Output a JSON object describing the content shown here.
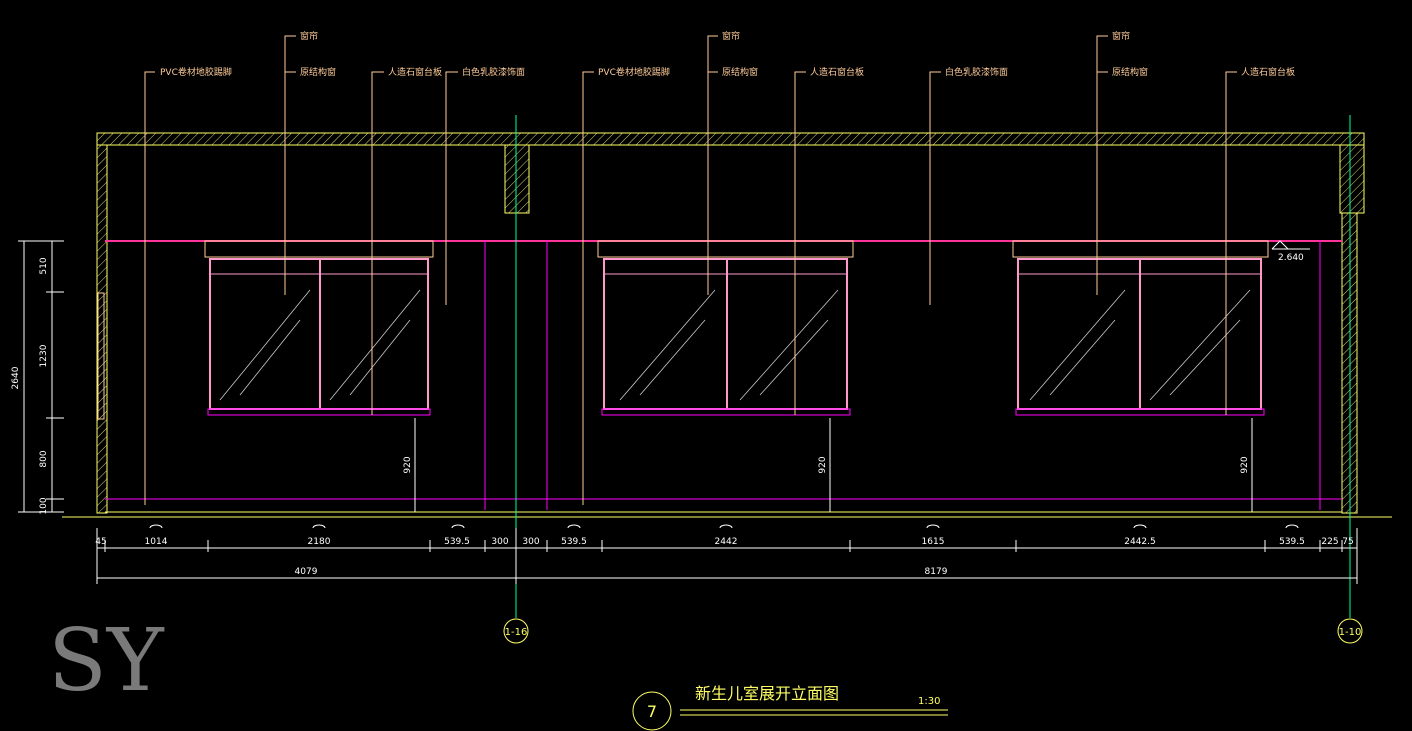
{
  "drawing": {
    "title": "新生儿室展开立面图",
    "scale": "1:30",
    "number": "7",
    "watermark": "SY"
  },
  "callouts": [
    "PVC卷材地胶踢脚",
    "窗帘",
    "原结构窗",
    "人造石窗台板",
    "白色乳胶漆饰面",
    "PVC卷材地胶踢脚",
    "窗帘",
    "原结构窗",
    "人造石窗台板",
    "白色乳胶漆饰面",
    "窗帘",
    "原结构窗",
    "人造石窗台板"
  ],
  "dimensions": {
    "left_total": "2640",
    "left_segments": [
      "510",
      "1230",
      "800",
      "100"
    ],
    "sill_heights": [
      "920",
      "920",
      "920"
    ],
    "ceiling_level": "2.640",
    "bottom_segments": [
      "45",
      "1014",
      "2180",
      "539.5",
      "300",
      "300",
      "539.5",
      "2442",
      "1615",
      "2442.5",
      "539.5",
      "225",
      "75"
    ],
    "bottom_totals": [
      "4079",
      "8179"
    ]
  },
  "axes": [
    "1-16",
    "1-10"
  ],
  "colors": {
    "background": "#000000",
    "wall_outline": "#ffff66",
    "window": "#ff99cc",
    "magenta": "#ff00ff",
    "dimension": "#ffffff",
    "callout": "#ffcc99",
    "axis": "#00ff99",
    "watermark": "#7a7a7a"
  }
}
